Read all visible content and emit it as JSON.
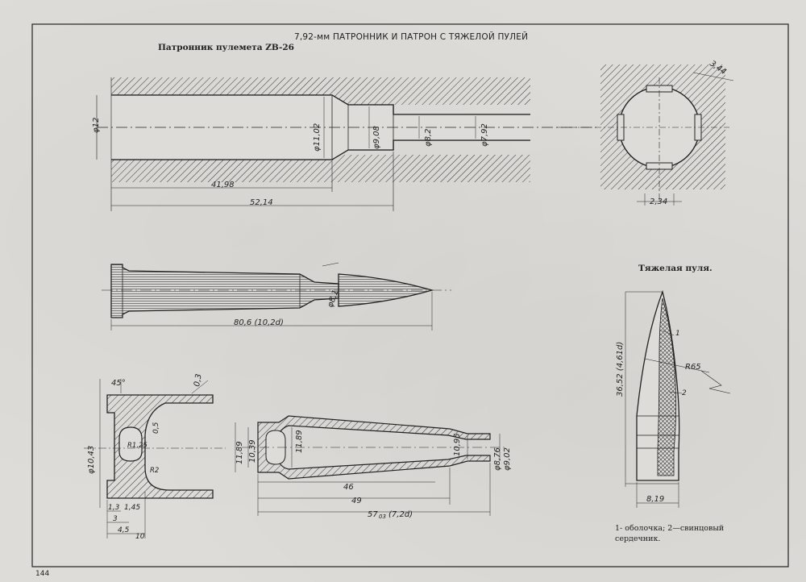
{
  "title": "7,92-мм ПАТРОННИК И ПАТРОН С ТЯЖЕЛОЙ ПУЛЕЙ",
  "chamber_label": "Патронник пулемета ZB-26",
  "bullet_label": "Тяжелая пуля.",
  "legend": "1- оболочка; 2—свинцовый сердечник.",
  "page_number": "144",
  "dimensions": {
    "chamber_dia_12": "φ12",
    "chamber_dia_1102": "φ11,02",
    "chamber_dia_908": "φ9,08",
    "chamber_dia_82": "φ8,2",
    "chamber_dia_792": "φ7,92",
    "chamber_len_4198": "41,98",
    "chamber_len_5214": "52,14",
    "bore_344": "3,44",
    "bore_234": "2,34",
    "cartridge_len": "80,6 (10,2d)",
    "cartridge_neck": "φ8,1",
    "base_angle_45": "45°",
    "base_03": "0,3",
    "base_dia_1043": "φ10,43",
    "base_r125": "R1,25",
    "base_05": "0,5",
    "base_r2": "R2",
    "base_13": "1,3",
    "base_145": "1,45",
    "base_3": "3",
    "base_45": "4,5",
    "base_10": "10",
    "case_1189a": "11,89",
    "case_1039": "10,39",
    "case_1189b": "11,89",
    "case_1095": "10,95",
    "case_876": "φ8,76",
    "case_902": "φ9,02",
    "case_46": "46",
    "case_49": "49",
    "case_57": "57",
    "case_57_sub": "03",
    "case_57_d": "(7,2d)",
    "bullet_len": "36,52 (4,61d)",
    "bullet_r65": "R65",
    "bullet_dia": "8,19",
    "bullet_part_1": "1",
    "bullet_part_2": "2"
  }
}
